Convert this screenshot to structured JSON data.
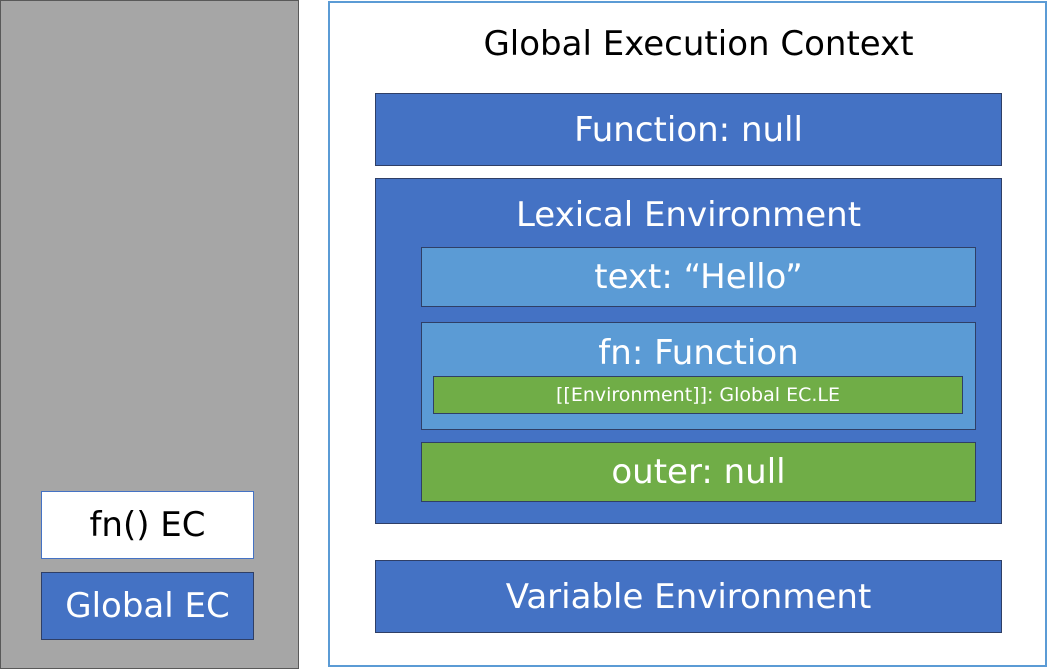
{
  "call_stack": {
    "items": [
      {
        "label": "fn() EC"
      },
      {
        "label": "Global EC"
      }
    ]
  },
  "global_context": {
    "title": "Global Execution Context",
    "function_binding": "Function: null",
    "lexical_environment": {
      "title": "Lexical Environment",
      "text_binding": "text: “Hello”",
      "fn_binding": "fn: Function",
      "fn_environment": "[[Environment]]: Global EC.LE",
      "outer": "outer: null"
    },
    "variable_environment": "Variable Environment"
  },
  "colors": {
    "stack_background": "#a6a6a6",
    "dark_blue": "#4472c4",
    "light_blue": "#5b9bd5",
    "green": "#70ad47"
  }
}
